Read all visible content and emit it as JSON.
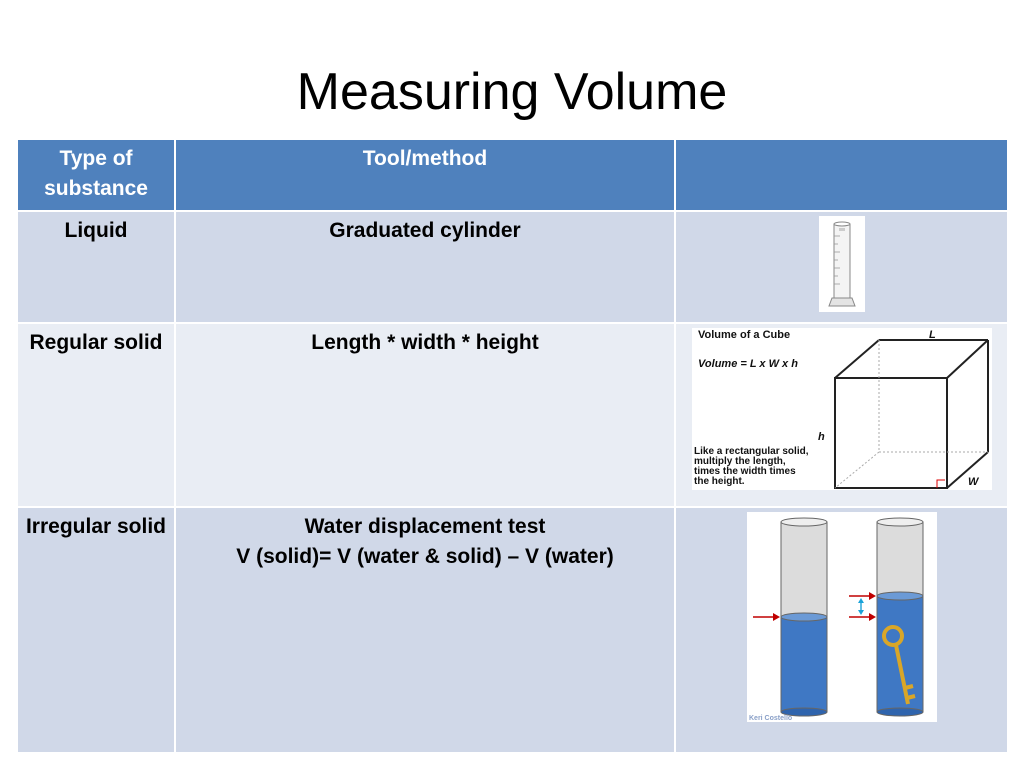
{
  "title": "Measuring Volume",
  "table": {
    "headers": [
      "Type of substance",
      "Tool/method",
      ""
    ],
    "rows": [
      {
        "type": "Liquid",
        "method": [
          "Graduated cylinder"
        ]
      },
      {
        "type": "Regular solid",
        "method": [
          "Length * width * height"
        ]
      },
      {
        "type": "Irregular solid",
        "method": [
          "Water displacement test",
          "V (solid)= V (water & solid) – V (water)"
        ]
      }
    ]
  },
  "cube_figure": {
    "heading": "Volume of a Cube",
    "formula": "Volume  = L x W x h",
    "label_L": "L",
    "label_h": "h",
    "label_W": "W",
    "caption": [
      "Like a rectangular solid,",
      "multiply the length,",
      "times the width times",
      "the height."
    ]
  },
  "displacement_figure": {
    "credit": "Keri Costello"
  },
  "colors": {
    "header_bg": "#4f81bd",
    "row_dark": "#d0d8e8",
    "row_light": "#e9edf4",
    "water": "#3f78c4",
    "arrow": "#c00000",
    "key": "#d9a628"
  }
}
